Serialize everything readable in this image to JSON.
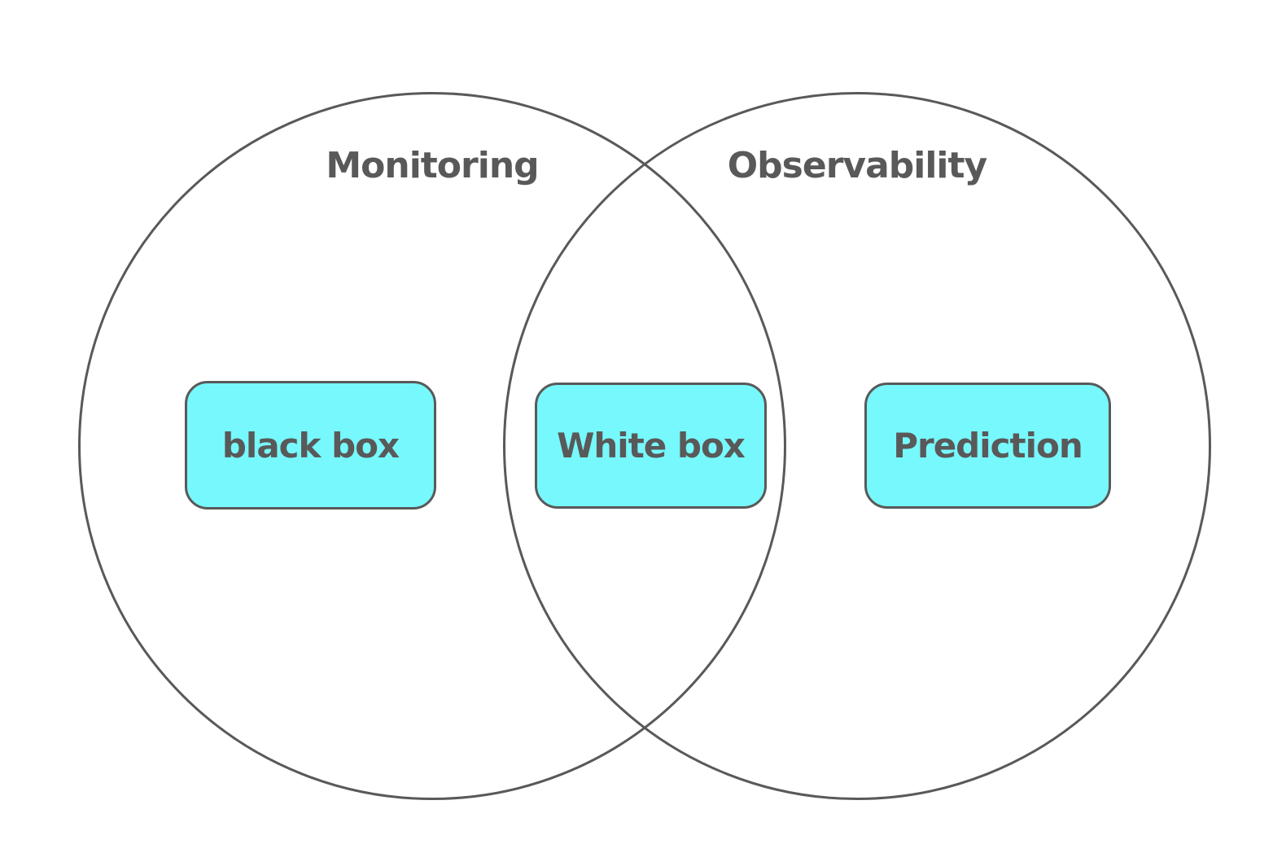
{
  "diagram": {
    "type": "venn",
    "background_color": "#ffffff",
    "colors": {
      "circle_stroke": "#595959",
      "node_fill": "#76f8fc",
      "node_stroke": "#595959",
      "text": "#595959"
    },
    "circles": [
      {
        "label": "Monitoring"
      },
      {
        "label": "Observability"
      }
    ],
    "nodes": [
      {
        "label": "black box",
        "region": "monitoring-only"
      },
      {
        "label": "White box",
        "region": "intersection"
      },
      {
        "label": "Prediction",
        "region": "observability-only"
      }
    ]
  }
}
